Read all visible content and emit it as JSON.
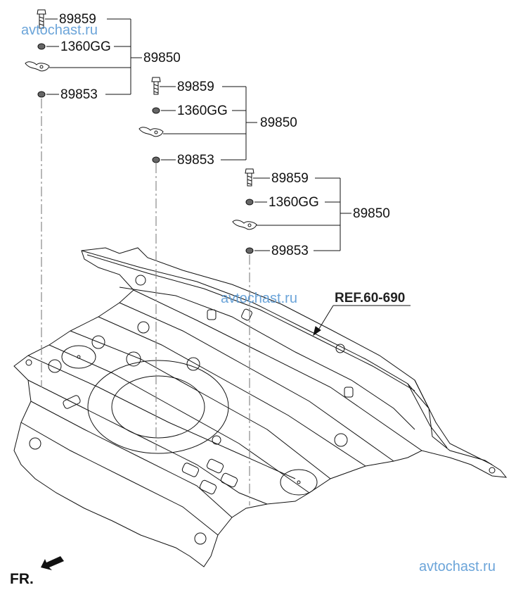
{
  "diagram": {
    "title": "Rear floor panel mounting hardware",
    "groups": [
      {
        "assembly": "89850",
        "parts": [
          "89859",
          "1360GG",
          "89853"
        ]
      },
      {
        "assembly": "89850",
        "parts": [
          "89859",
          "1360GG",
          "89853"
        ]
      },
      {
        "assembly": "89850",
        "parts": [
          "89859",
          "1360GG",
          "89853"
        ]
      }
    ],
    "reference": "REF.60-690",
    "direction_label": "FR.",
    "watermarks": [
      "avtochast.ru",
      "avtochast.ru",
      "avtochast.ru"
    ]
  }
}
